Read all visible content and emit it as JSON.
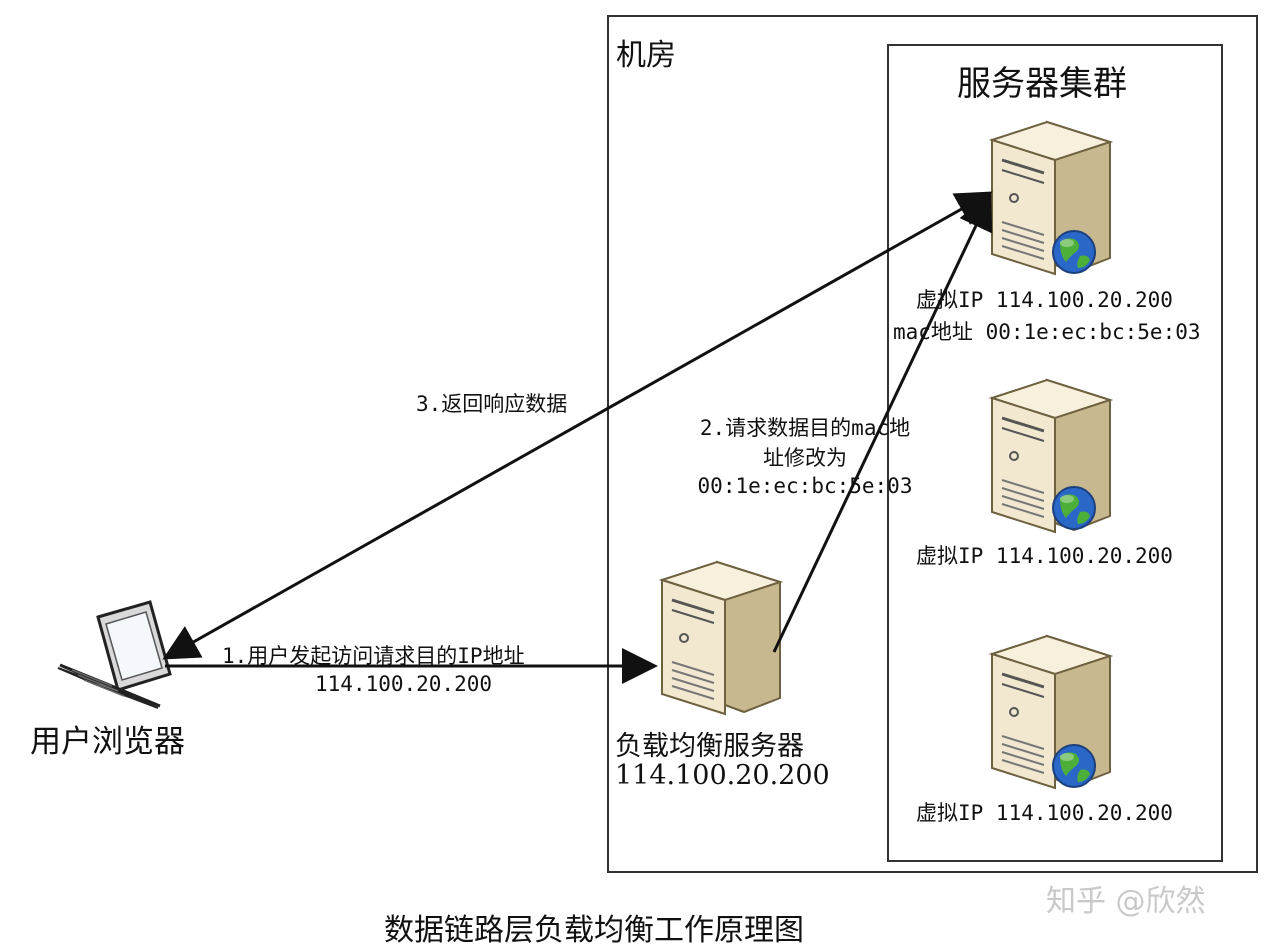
{
  "room": {
    "title": "机房"
  },
  "cluster": {
    "title": "服务器集群"
  },
  "browser": {
    "label": "用户浏览器"
  },
  "load_balancer": {
    "label": "负载均衡服务器",
    "ip": "114.100.20.200"
  },
  "servers": [
    {
      "vip": "虚拟IP 114.100.20.200",
      "mac": "mac地址 00:1e:ec:bc:5e:03"
    },
    {
      "vip": "虚拟IP 114.100.20.200"
    },
    {
      "vip": "虚拟IP 114.100.20.200"
    }
  ],
  "steps": {
    "step1_line1": "1.用户发起访问请求目的IP地址",
    "step1_line2": "114.100.20.200",
    "step2_line1": "2.请求数据目的mac地",
    "step2_line2": "址修改为",
    "step2_line3": "00:1e:ec:bc:5e:03",
    "step3": "3.返回响应数据"
  },
  "caption": "数据链路层负载均衡工作原理图",
  "watermark": "知乎 @欣然",
  "colors": {
    "server_body": "#f1e8cf",
    "server_side": "#c8b88f",
    "globe_blue": "#2a68c8",
    "globe_green": "#4caf3a",
    "line": "#111111"
  }
}
